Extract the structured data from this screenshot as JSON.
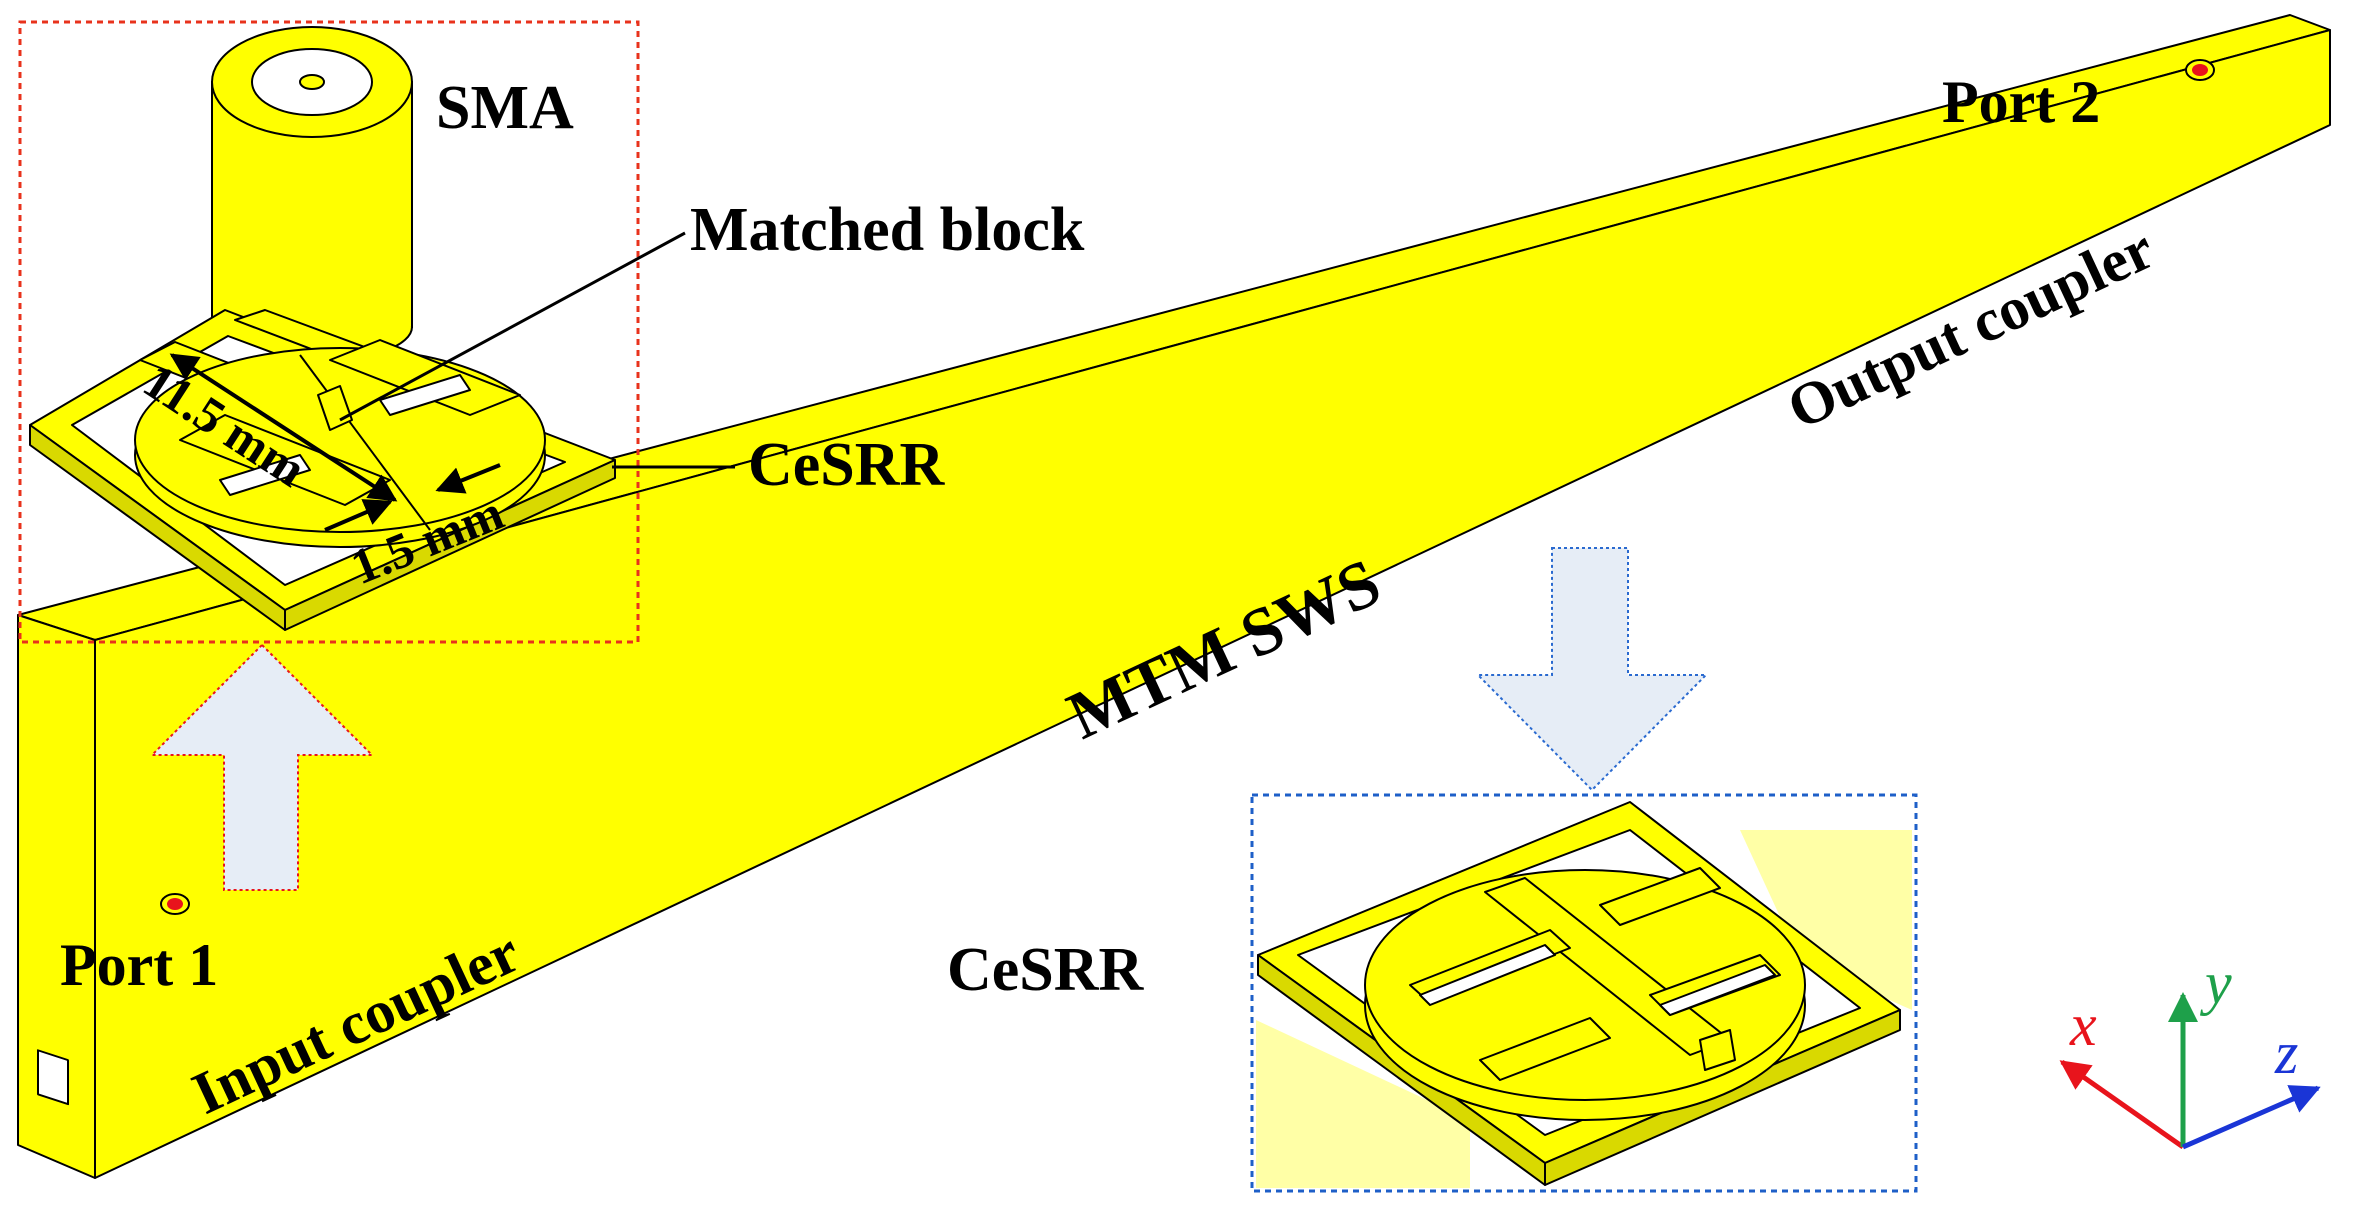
{
  "labels": {
    "sma": "SMA",
    "matched_block": "Matched block",
    "cesrr_top": "CeSRR",
    "cesrr_bottom": "CeSRR",
    "port1": "Port 1",
    "port2": "Port 2",
    "input_coupler": "Input coupler",
    "output_coupler": "Output coupler",
    "mtm_sws": "MTM SWS",
    "dim_length": "11.5 mm",
    "dim_gap": "1.5 mm"
  },
  "axes": {
    "x": {
      "label": "x",
      "color": "#e8141c"
    },
    "y": {
      "label": "y",
      "color": "#1ea04a"
    },
    "z": {
      "label": "z",
      "color": "#1a35d6"
    }
  },
  "colors": {
    "body_yellow": "#ffff00",
    "body_dark": "#d9d900",
    "outline": "#000000",
    "port_red": "#e8141c",
    "inset_top_border": "#e8321c",
    "inset_bottom_border": "#1e5fc8",
    "arrow_fill": "#e6edf6",
    "arrow_up_border": "#e8141c",
    "arrow_down_border": "#2a6ad0"
  },
  "icons": {
    "up_arrow": "block-arrow-up-icon",
    "down_arrow": "block-arrow-down-icon",
    "coordinate_triad": "xyz-axes-icon"
  }
}
